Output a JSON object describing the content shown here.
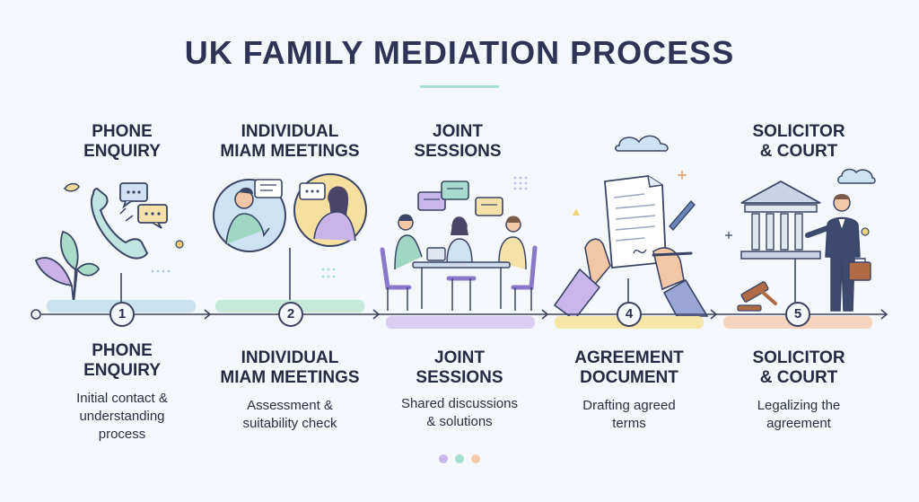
{
  "title": "UK FAMILY MEDIATION PROCESS",
  "colors": {
    "step1": "#c9e2f0",
    "step2": "#c5ead9",
    "step3": "#d9cdf1",
    "step4": "#f6e6a8",
    "step5": "#f6d3bd",
    "dots": [
      "#c9b7ec",
      "#a8dccf",
      "#f6c9a8"
    ]
  },
  "steps": [
    {
      "number": "1",
      "heading": "PHONE\nENQUIRY",
      "subheading": "PHONE\nENQUIRY",
      "description": "Initial contact &\nunderstanding\nprocess",
      "icon": "phone-icon"
    },
    {
      "number": "2",
      "heading": "INDIVIDUAL\nMIAM MEETINGS",
      "subheading": "INDIVIDUAL\nMIAM MEETINGS",
      "description": "Assessment &\nsuitability check",
      "icon": "two-people-talking-icon"
    },
    {
      "number": "",
      "heading": "JOINT\nSESSIONS",
      "subheading": "JOINT\nSESSIONS",
      "description": "Shared discussions\n& solutions",
      "icon": "meeting-table-icon"
    },
    {
      "number": "4",
      "heading": "",
      "subheading": "AGREEMENT\nDOCUMENT",
      "description": "Drafting agreed\nterms",
      "icon": "signing-document-icon"
    },
    {
      "number": "5",
      "heading": "SOLICITOR\n& COURT",
      "subheading": "SOLICITOR\n& COURT",
      "description": "Legalizing the\nagreement",
      "icon": "courthouse-icon"
    }
  ]
}
